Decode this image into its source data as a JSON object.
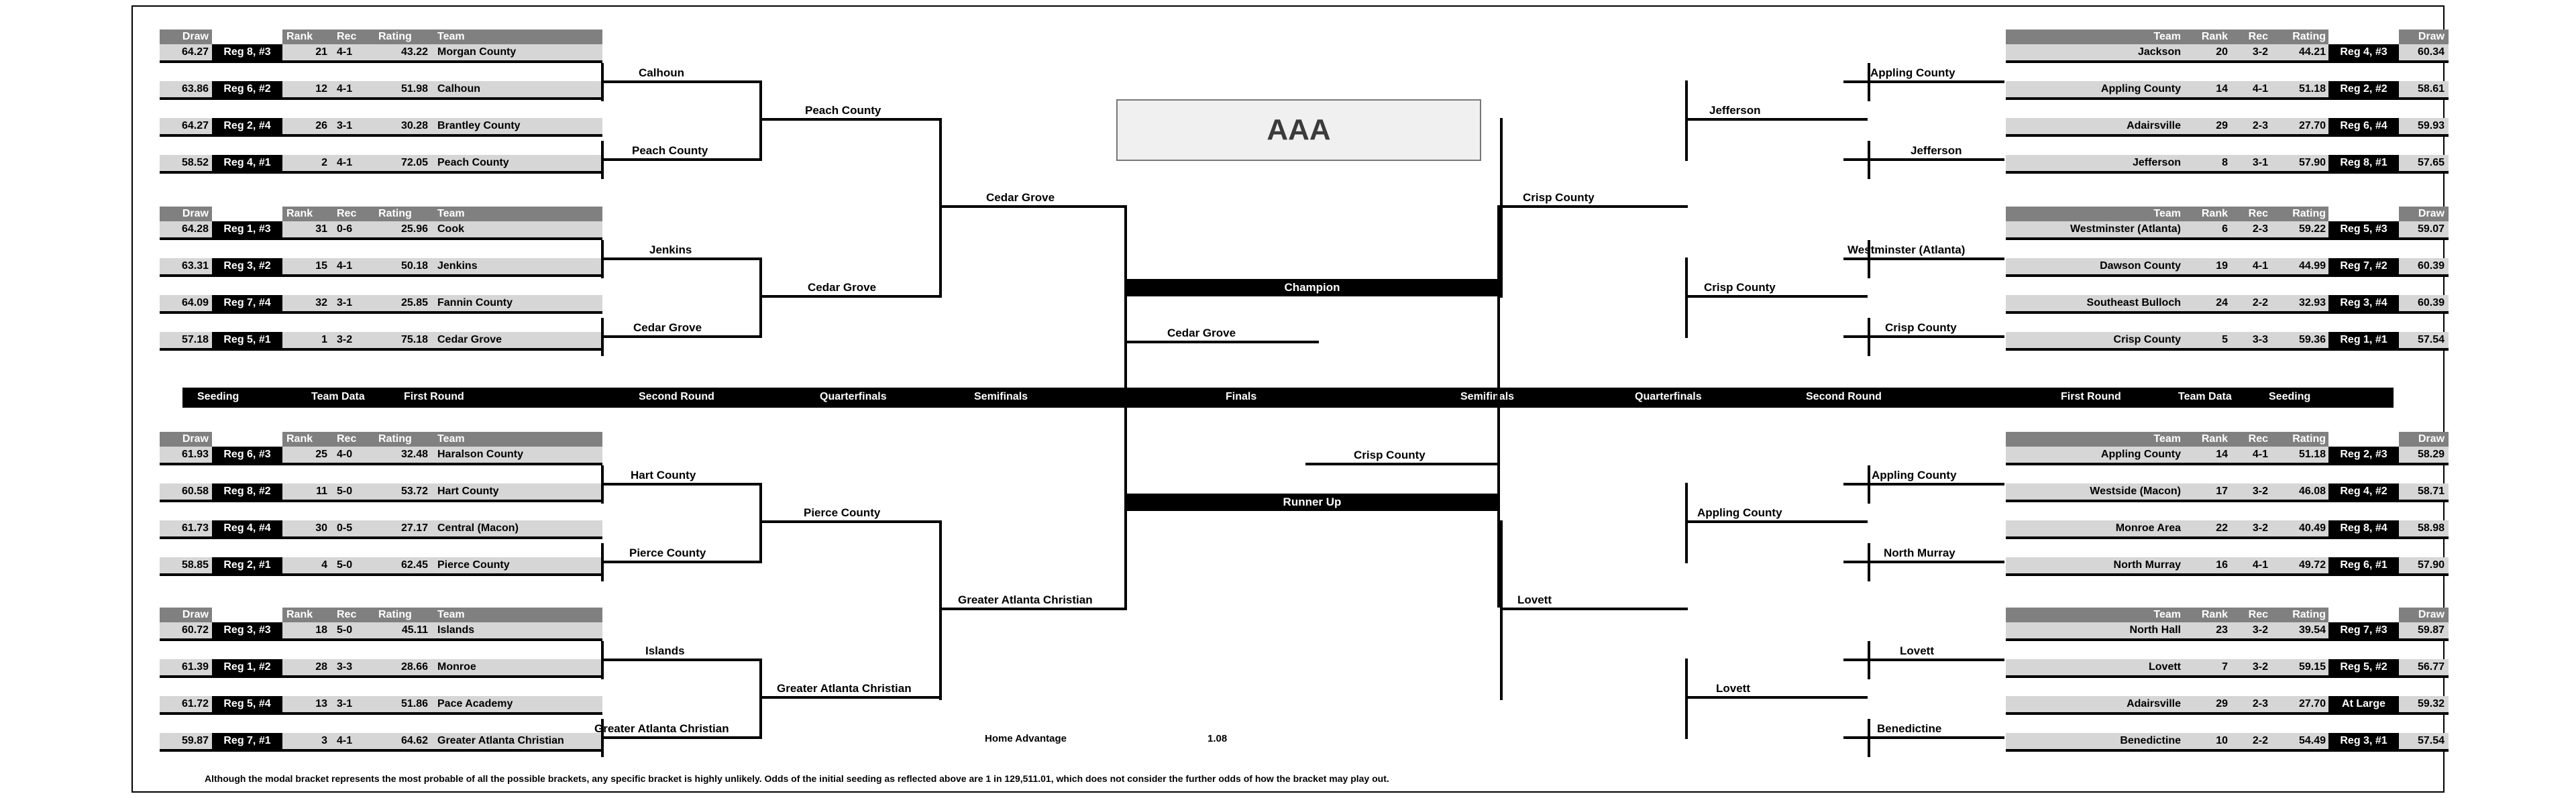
{
  "title": "AAA",
  "center": {
    "champion_label": "Champion",
    "champion_team": "Cedar Grove",
    "runnerup_label": "Runner Up",
    "runnerup_team": "Crisp County",
    "home_advantage_label": "Home Advantage",
    "home_advantage_value": "1.08",
    "footnote": "Although the modal bracket represents the most probable of all the possible brackets, any specific bracket is highly unlikely.  Odds of the initial seeding as reflected above are 1 in 129,511.01, which does not consider the further odds of how the bracket may play out."
  },
  "round_labels": {
    "left": [
      "Seeding",
      "Team Data",
      "First Round",
      "Second Round",
      "Quarterfinals",
      "Semifinals",
      "Finals"
    ],
    "right": [
      "Semifinals",
      "Quarterfinals",
      "Second Round",
      "First Round",
      "Team Data",
      "Seeding"
    ]
  },
  "columns": {
    "draw": "Draw",
    "rank": "Rank",
    "rec": "Rec",
    "rating": "Rating",
    "team": "Team",
    "blank": ""
  },
  "blocks": {
    "left_tl": [
      {
        "draw": "64.27",
        "seed": "Reg 8, #3",
        "rank": "21",
        "rec": "4-1",
        "rating": "43.22",
        "team": "Morgan County"
      },
      {
        "draw": "63.86",
        "seed": "Reg 6, #2",
        "rank": "12",
        "rec": "4-1",
        "rating": "51.98",
        "team": "Calhoun"
      },
      {
        "draw": "64.27",
        "seed": "Reg 2, #4",
        "rank": "26",
        "rec": "3-1",
        "rating": "30.28",
        "team": "Brantley County"
      },
      {
        "draw": "58.52",
        "seed": "Reg 4, #1",
        "rank": "2",
        "rec": "4-1",
        "rating": "72.05",
        "team": "Peach County"
      }
    ],
    "left_bl": [
      {
        "draw": "64.28",
        "seed": "Reg 1, #3",
        "rank": "31",
        "rec": "0-6",
        "rating": "25.96",
        "team": "Cook"
      },
      {
        "draw": "63.31",
        "seed": "Reg 3, #2",
        "rank": "15",
        "rec": "4-1",
        "rating": "50.18",
        "team": "Jenkins"
      },
      {
        "draw": "64.09",
        "seed": "Reg 7, #4",
        "rank": "32",
        "rec": "3-1",
        "rating": "25.85",
        "team": "Fannin County"
      },
      {
        "draw": "57.18",
        "seed": "Reg 5, #1",
        "rank": "1",
        "rec": "3-2",
        "rating": "75.18",
        "team": "Cedar Grove"
      }
    ],
    "left_tl2": [
      {
        "draw": "61.93",
        "seed": "Reg 6, #3",
        "rank": "25",
        "rec": "4-0",
        "rating": "32.48",
        "team": "Haralson County"
      },
      {
        "draw": "60.58",
        "seed": "Reg 8, #2",
        "rank": "11",
        "rec": "5-0",
        "rating": "53.72",
        "team": "Hart County"
      },
      {
        "draw": "61.73",
        "seed": "Reg 4, #4",
        "rank": "30",
        "rec": "0-5",
        "rating": "27.17",
        "team": "Central (Macon)"
      },
      {
        "draw": "58.85",
        "seed": "Reg 2, #1",
        "rank": "4",
        "rec": "5-0",
        "rating": "62.45",
        "team": "Pierce County"
      }
    ],
    "left_bl2": [
      {
        "draw": "60.72",
        "seed": "Reg 3, #3",
        "rank": "18",
        "rec": "5-0",
        "rating": "45.11",
        "team": "Islands"
      },
      {
        "draw": "61.39",
        "seed": "Reg 1, #2",
        "rank": "28",
        "rec": "3-3",
        "rating": "28.66",
        "team": "Monroe"
      },
      {
        "draw": "61.72",
        "seed": "Reg 5, #4",
        "rank": "13",
        "rec": "3-1",
        "rating": "51.86",
        "team": "Pace Academy"
      },
      {
        "draw": "59.87",
        "seed": "Reg 7, #1",
        "rank": "3",
        "rec": "4-1",
        "rating": "64.62",
        "team": "Greater Atlanta Christian"
      }
    ],
    "right_tr": [
      {
        "team": "Jackson",
        "rank": "20",
        "rec": "3-2",
        "rating": "44.21",
        "seed": "Reg 4, #3",
        "draw": "60.34"
      },
      {
        "team": "Appling County",
        "rank": "14",
        "rec": "4-1",
        "rating": "51.18",
        "seed": "Reg 2, #2",
        "draw": "58.61"
      },
      {
        "team": "Adairsville",
        "rank": "29",
        "rec": "2-3",
        "rating": "27.70",
        "seed": "Reg 6, #4",
        "draw": "59.93"
      },
      {
        "team": "Jefferson",
        "rank": "8",
        "rec": "3-1",
        "rating": "57.90",
        "seed": "Reg 8, #1",
        "draw": "57.65"
      }
    ],
    "right_br": [
      {
        "team": "Westminster (Atlanta)",
        "rank": "6",
        "rec": "2-3",
        "rating": "59.22",
        "seed": "Reg 5, #3",
        "draw": "59.07"
      },
      {
        "team": "Dawson County",
        "rank": "19",
        "rec": "4-1",
        "rating": "44.99",
        "seed": "Reg 7, #2",
        "draw": "60.39"
      },
      {
        "team": "Southeast Bulloch",
        "rank": "24",
        "rec": "2-2",
        "rating": "32.93",
        "seed": "Reg 3, #4",
        "draw": "60.39"
      },
      {
        "team": "Crisp County",
        "rank": "5",
        "rec": "3-3",
        "rating": "59.36",
        "seed": "Reg 1, #1",
        "draw": "57.54"
      }
    ],
    "right_tr2": [
      {
        "team": "Appling County",
        "rank": "14",
        "rec": "4-1",
        "rating": "51.18",
        "seed": "Reg 2, #3",
        "draw": "58.29"
      },
      {
        "team": "Westside (Macon)",
        "rank": "17",
        "rec": "3-2",
        "rating": "46.08",
        "seed": "Reg 4, #2",
        "draw": "58.71"
      },
      {
        "team": "Monroe Area",
        "rank": "22",
        "rec": "3-2",
        "rating": "40.49",
        "seed": "Reg 8, #4",
        "draw": "58.98"
      },
      {
        "team": "North Murray",
        "rank": "16",
        "rec": "4-1",
        "rating": "49.72",
        "seed": "Reg 6, #1",
        "draw": "57.90"
      }
    ],
    "right_br2": [
      {
        "team": "North Hall",
        "rank": "23",
        "rec": "3-2",
        "rating": "39.54",
        "seed": "Reg 7, #3",
        "draw": "59.87"
      },
      {
        "team": "Lovett",
        "rank": "7",
        "rec": "3-2",
        "rating": "59.15",
        "seed": "Reg 5, #2",
        "draw": "56.77"
      },
      {
        "team": "Adairsville",
        "rank": "29",
        "rec": "2-3",
        "rating": "27.70",
        "seed": "At Large",
        "draw": "59.32"
      },
      {
        "team": "Benedictine",
        "rank": "10",
        "rec": "2-2",
        "rating": "54.49",
        "seed": "Reg 3, #1",
        "draw": "57.54"
      }
    ]
  },
  "advance": {
    "l_r1": [
      "Calhoun",
      "Peach County",
      "Jenkins",
      "Cedar Grove",
      "Hart County",
      "Pierce County",
      "Islands",
      "Greater Atlanta Christian"
    ],
    "l_r2": [
      "Peach County",
      "Cedar Grove",
      "Pierce County",
      "Greater Atlanta Christian"
    ],
    "l_r3": [
      "Cedar Grove",
      "Greater Atlanta Christian"
    ],
    "r_r1": [
      "Appling County",
      "Jefferson",
      "Westminster (Atlanta)",
      "Crisp County",
      "Appling County",
      "North Murray",
      "Lovett",
      "Benedictine"
    ],
    "r_r2": [
      "Jefferson",
      "Crisp County",
      "Appling County",
      "Lovett"
    ],
    "r_r3": [
      "Crisp County",
      "Lovett"
    ]
  }
}
